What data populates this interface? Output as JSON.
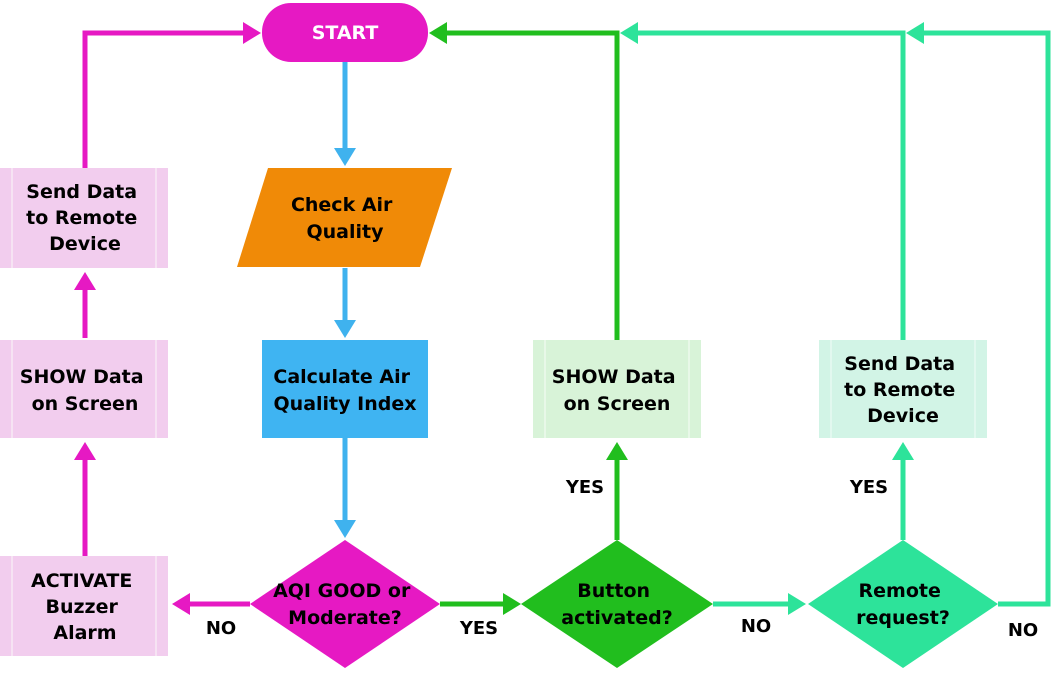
{
  "colors": {
    "magenta": "#e619c3",
    "pink_box": "#f2cdee",
    "pink_box_line": "#f6e3f3",
    "blue_arrow": "#3fb2ee",
    "orange": "#f08a07",
    "blue_box": "#3fb4f2",
    "green": "#21be1e",
    "light_green_box": "#d8f3d8",
    "light_green_line": "#e8f8e8",
    "mint": "#2de39a",
    "mint_box": "#d2f4e6",
    "mint_box_line": "#e2f8ef",
    "text": "#000000",
    "start_text": "#ffffff"
  },
  "nodes": {
    "start": "START",
    "check_air_quality": [
      "Check Air",
      "Quality"
    ],
    "calculate_aqi": [
      "Calculate Air",
      "Quality Index"
    ],
    "aqi_decision": [
      "AQI GOOD or",
      "Moderate?"
    ],
    "button_decision": [
      "Button",
      "activated?"
    ],
    "remote_decision": [
      "Remote",
      "request?"
    ],
    "activate_buzzer": [
      "ACTIVATE",
      "Buzzer",
      "Alarm"
    ],
    "show_data_left": [
      "SHOW Data",
      "on Screen"
    ],
    "send_data_left": [
      "Send Data",
      "to Remote",
      "Device"
    ],
    "show_data_right": [
      "SHOW Data",
      "on Screen"
    ],
    "send_data_right": [
      "Send Data",
      "to Remote",
      "Device"
    ]
  },
  "edge_labels": {
    "aqi_no": "NO",
    "aqi_yes": "YES",
    "button_yes": "YES",
    "button_no": "NO",
    "remote_yes": "YES",
    "remote_no": "NO"
  }
}
